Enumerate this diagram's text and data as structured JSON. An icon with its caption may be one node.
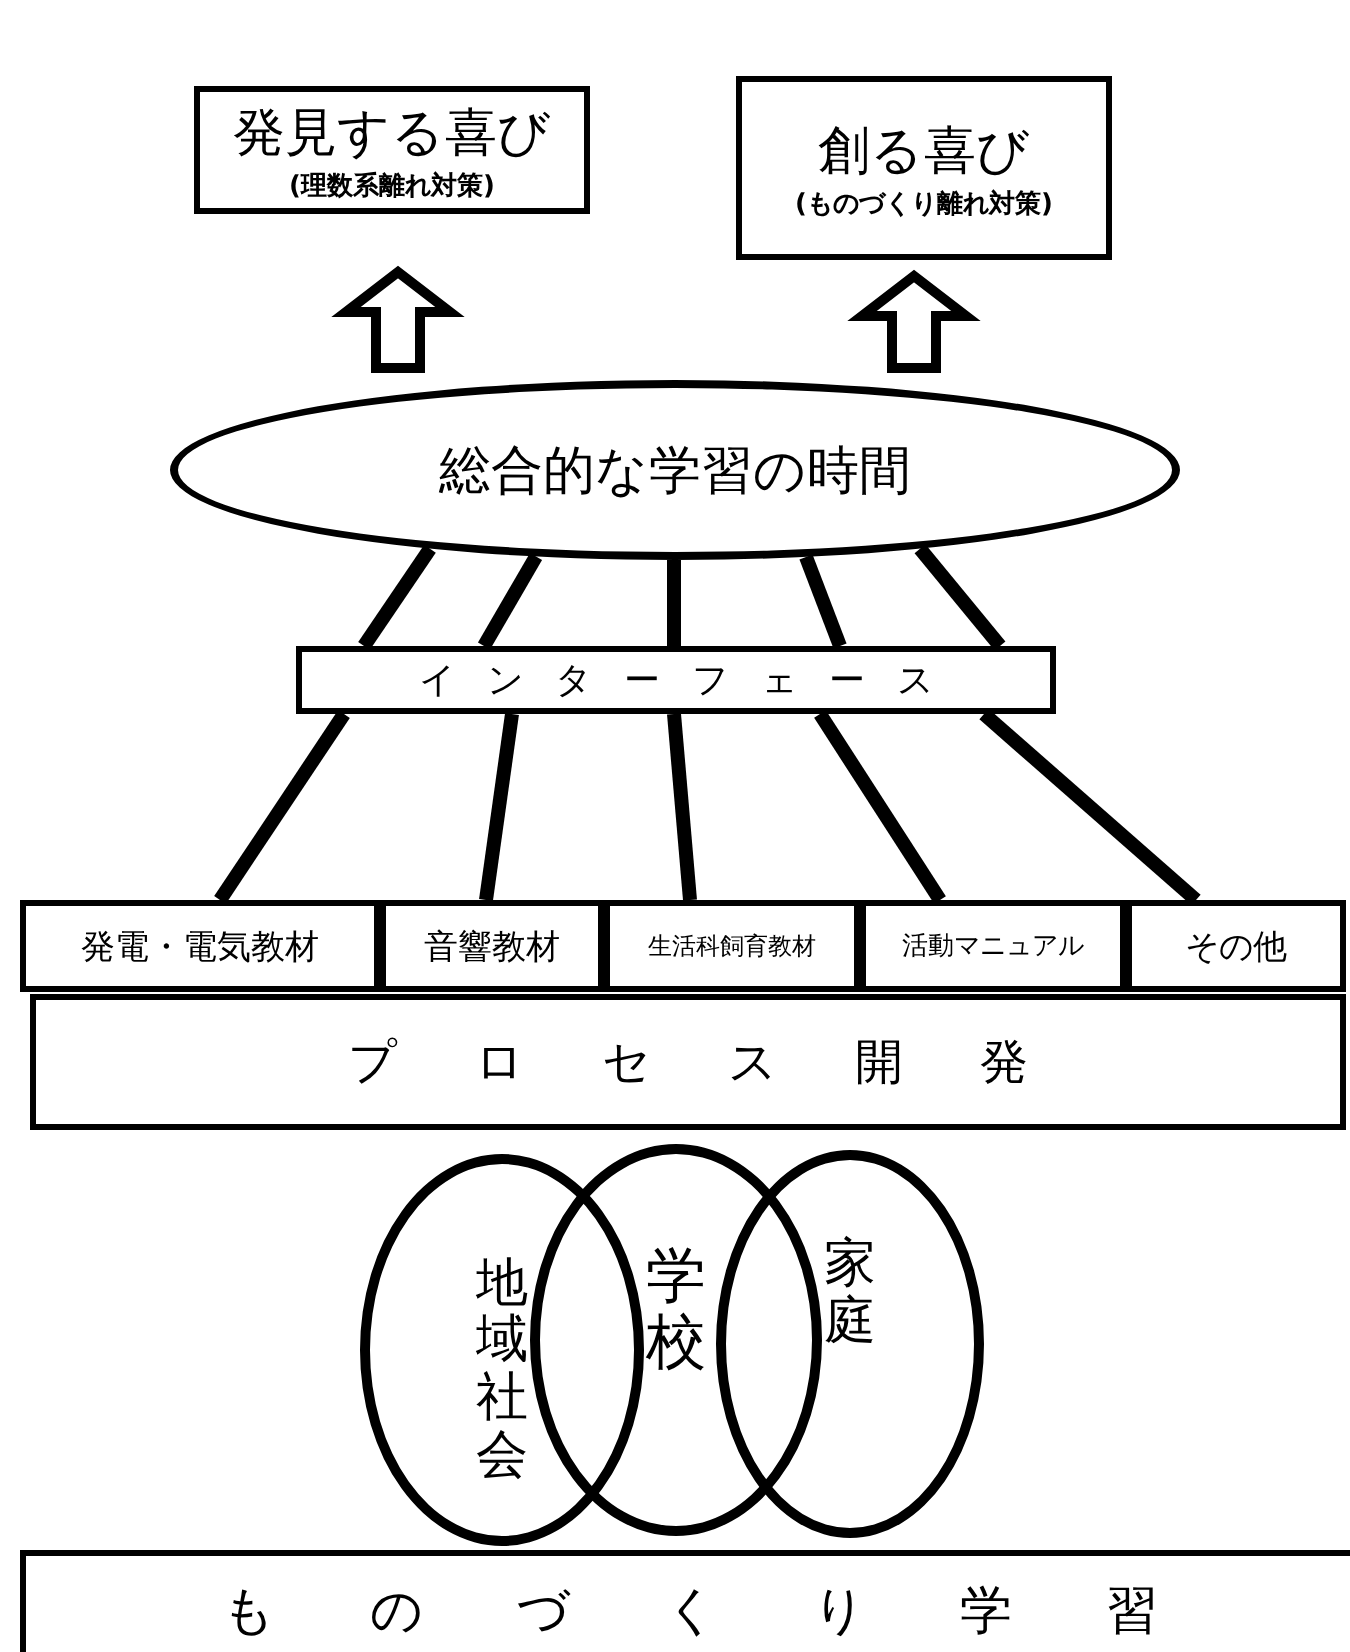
{
  "diagram": {
    "nodes": [
      {
        "text": [
          "発見する喜び",
          "(理数系離れ対策)"
        ]
      },
      {
        "text": [
          "創る喜び",
          "(ものづくり離れ対策)"
        ]
      },
      {
        "text": [
          "総合的な学習の時間"
        ]
      },
      {
        "text": [
          "インターフェース"
        ]
      },
      {
        "text": [
          "発電・電気教材"
        ]
      },
      {
        "text": [
          "音響教材"
        ]
      },
      {
        "text": [
          "生活科飼育教材"
        ]
      },
      {
        "text": [
          "活動マニュアル"
        ]
      },
      {
        "text": [
          "その他"
        ]
      },
      {
        "text": [
          "プロセス開発"
        ]
      },
      {
        "text": [
          "地域社会"
        ]
      },
      {
        "text": [
          "学校"
        ]
      },
      {
        "text": [
          "家庭"
        ]
      },
      {
        "text": [
          "ものづくり学習"
        ]
      }
    ],
    "edges": [
      {
        "from": 2,
        "to": 0,
        "arrow": "to"
      },
      {
        "from": 2,
        "to": 1,
        "arrow": "to"
      },
      {
        "from": 2,
        "to": 3,
        "arrow": "none"
      },
      {
        "from": 2,
        "to": 3,
        "arrow": "none"
      },
      {
        "from": 2,
        "to": 3,
        "arrow": "none"
      },
      {
        "from": 2,
        "to": 3,
        "arrow": "none"
      },
      {
        "from": 2,
        "to": 3,
        "arrow": "none"
      },
      {
        "from": 3,
        "to": 4,
        "arrow": "none"
      },
      {
        "from": 3,
        "to": 5,
        "arrow": "none"
      },
      {
        "from": 3,
        "to": 6,
        "arrow": "none"
      },
      {
        "from": 3,
        "to": 7,
        "arrow": "none"
      },
      {
        "from": 3,
        "to": 8,
        "arrow": "none"
      }
    ]
  }
}
